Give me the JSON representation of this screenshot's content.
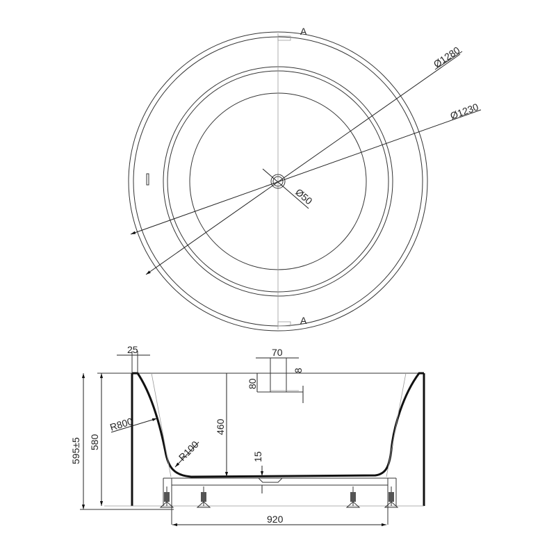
{
  "drawing": {
    "top_view": {
      "section_marks": [
        "A",
        "A"
      ],
      "dimensions": {
        "outer_diameter": "Ø1280",
        "inner_diameter": "Ø1230",
        "drain_diameter": "Ø50"
      }
    },
    "side_view": {
      "dimensions": {
        "rim_width": "25",
        "overall_height": "595±5",
        "body_height": "580",
        "interior_depth": "460",
        "outer_radius": "R800",
        "inner_radius": "R100",
        "floor_thickness": "15",
        "overflow_width": "70",
        "overflow_height": "80",
        "overflow_offset": "8",
        "base_width": "920"
      }
    }
  }
}
